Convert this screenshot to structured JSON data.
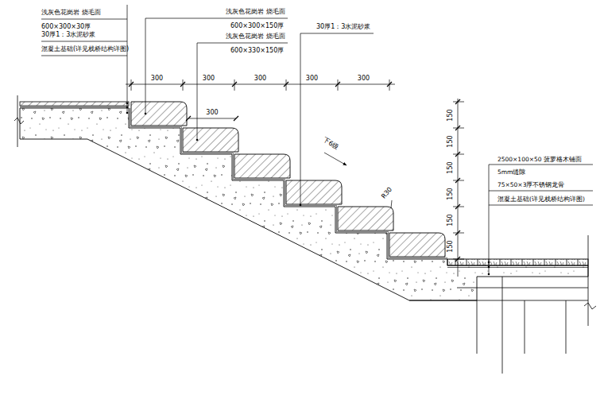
{
  "diagram": {
    "labels": [
      "浅灰色花岗岩 烧毛面",
      "600×300×30厚",
      "30厚1：3水泥砂浆",
      "混凝土基础(详见栈桥结构详图)",
      "浅灰色花岗岩 烧毛面",
      "600×300×150厚",
      "浅灰色花岗岩 烧毛面",
      "600×330×150厚",
      "30厚1：3水泥砂浆",
      "300",
      "300",
      "300",
      "300",
      "300",
      "300",
      "下6级",
      "R30",
      "150",
      "150",
      "150",
      "150",
      "150",
      "150",
      "2500×100×50 菠萝格木铺面",
      "5mm缝隙",
      "75×50×3厚不锈钢龙骨",
      "混凝土基础(详见栈桥结构详图)"
    ]
  }
}
